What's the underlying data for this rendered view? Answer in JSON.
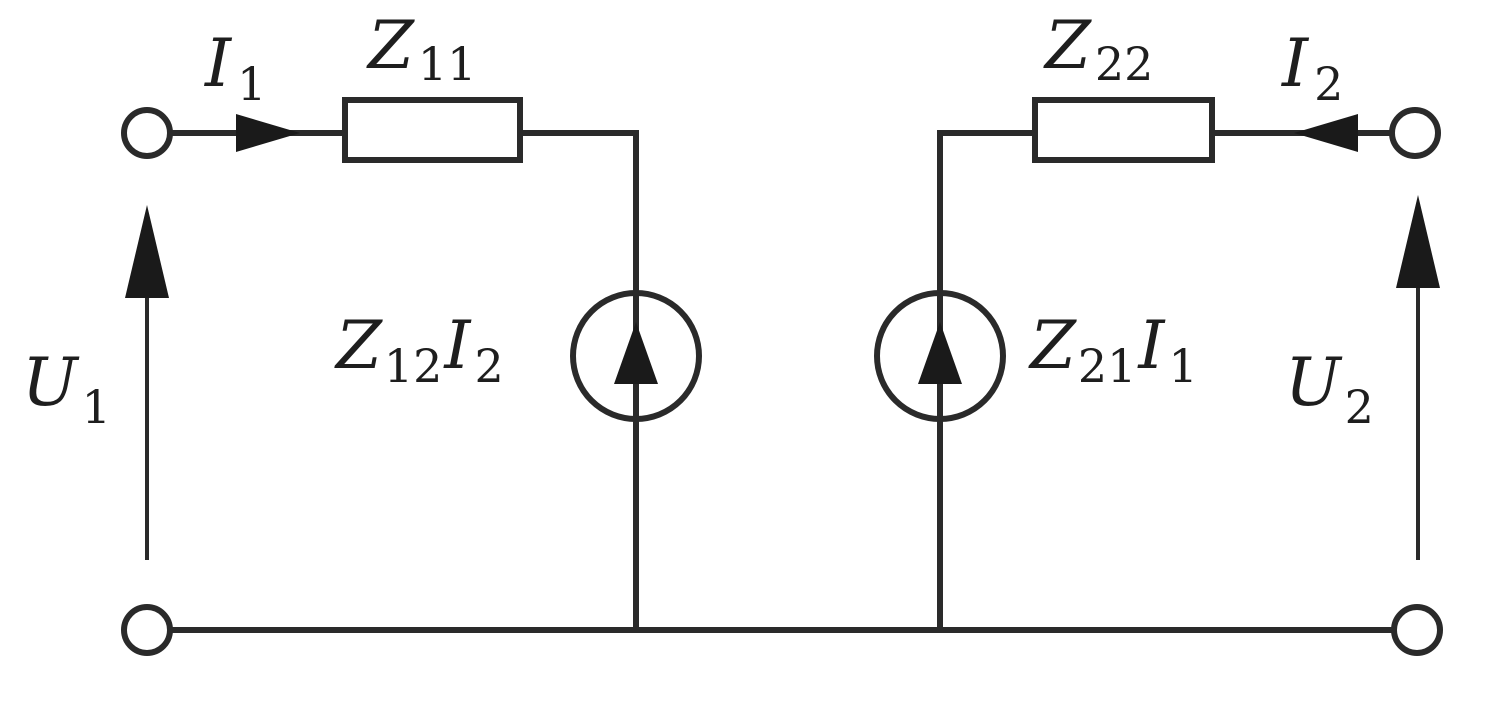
{
  "labels": {
    "i1": {
      "main": "I",
      "sub": "1"
    },
    "i2": {
      "main": "I",
      "sub": "2"
    },
    "z11": {
      "main": "Z",
      "sub": "11"
    },
    "z22": {
      "main": "Z",
      "sub": "22"
    },
    "u1": {
      "main": "U",
      "sub": "1"
    },
    "u2": {
      "main": "U",
      "sub": "2"
    },
    "src_left": {
      "z": "Z",
      "zsub": "12",
      "i": "I",
      "isub": "2"
    },
    "src_right": {
      "z": "Z",
      "zsub": "21",
      "i": "I",
      "isub": "1"
    }
  }
}
